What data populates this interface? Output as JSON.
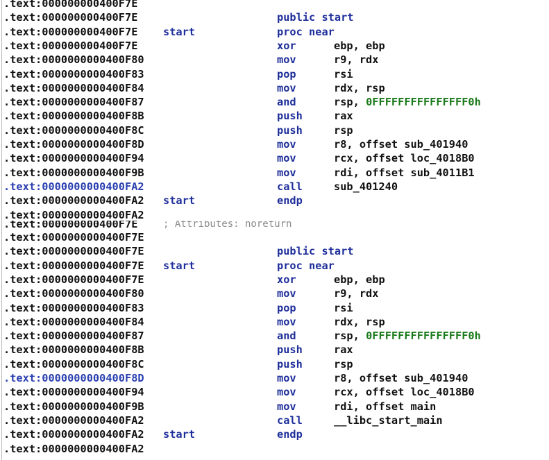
{
  "colors": {
    "background": "#ffffff",
    "address": "#111111",
    "address_highlight": "#2a3fb0",
    "keyword": "#1e2e9a",
    "number": "#1a7a1a",
    "comment": "#8a8a8a"
  },
  "pane1": {
    "lines": [
      {
        "addr": ".text:000000000400F7E",
        "label": "",
        "mnem": "",
        "ops": "",
        "num": "",
        "hl": false
      },
      {
        "addr": ".text:000000000400F7E",
        "label": "",
        "mnem": "public start",
        "ops": "",
        "num": "",
        "hl": false
      },
      {
        "addr": ".text:000000000400F7E",
        "label": "start",
        "mnem": "proc near",
        "ops": "",
        "num": "",
        "hl": false
      },
      {
        "addr": ".text:000000000400F7E",
        "label": "",
        "mnem": "xor",
        "ops": "ebp, ebp",
        "num": "",
        "hl": false
      },
      {
        "addr": ".text:0000000000400F80",
        "label": "",
        "mnem": "mov",
        "ops": "r9, rdx",
        "num": "",
        "hl": false
      },
      {
        "addr": ".text:0000000000400F83",
        "label": "",
        "mnem": "pop",
        "ops": "rsi",
        "num": "",
        "hl": false
      },
      {
        "addr": ".text:0000000000400F84",
        "label": "",
        "mnem": "mov",
        "ops": "rdx, rsp",
        "num": "",
        "hl": false
      },
      {
        "addr": ".text:0000000000400F87",
        "label": "",
        "mnem": "and",
        "ops": "rsp, ",
        "num": "0FFFFFFFFFFFFFFF0h",
        "hl": false
      },
      {
        "addr": ".text:0000000000400F8B",
        "label": "",
        "mnem": "push",
        "ops": "rax",
        "num": "",
        "hl": false
      },
      {
        "addr": ".text:0000000000400F8C",
        "label": "",
        "mnem": "push",
        "ops": "rsp",
        "num": "",
        "hl": false
      },
      {
        "addr": ".text:0000000000400F8D",
        "label": "",
        "mnem": "mov",
        "ops": "r8, offset sub_401940",
        "num": "",
        "hl": false
      },
      {
        "addr": ".text:0000000000400F94",
        "label": "",
        "mnem": "mov",
        "ops": "rcx, offset loc_4018B0",
        "num": "",
        "hl": false
      },
      {
        "addr": ".text:0000000000400F9B",
        "label": "",
        "mnem": "mov",
        "ops": "rdi, offset sub_4011B1",
        "num": "",
        "hl": false
      },
      {
        "addr": ".text:0000000000400FA2",
        "label": "",
        "mnem": "call",
        "ops": "sub_401240",
        "num": "",
        "hl": true
      },
      {
        "addr": ".text:0000000000400FA2",
        "label": "start",
        "mnem": "endp",
        "ops": "",
        "num": "",
        "hl": false
      },
      {
        "addr": ".text:0000000000400FA2",
        "label": "",
        "mnem": "",
        "ops": "",
        "num": "",
        "hl": false
      }
    ]
  },
  "pane2": {
    "top_line": {
      "addr": ".text:000000000400F7E",
      "comment": "; Attributes: noreturn"
    },
    "lines": [
      {
        "addr": ".text:0000000000400F7E",
        "label": "",
        "mnem": "",
        "ops": "",
        "num": "",
        "hl": false
      },
      {
        "addr": ".text:0000000000400F7E",
        "label": "",
        "mnem": "public start",
        "ops": "",
        "num": "",
        "hl": false
      },
      {
        "addr": ".text:0000000000400F7E",
        "label": "start",
        "mnem": "proc near",
        "ops": "",
        "num": "",
        "hl": false
      },
      {
        "addr": ".text:0000000000400F7E",
        "label": "",
        "mnem": "xor",
        "ops": "ebp, ebp",
        "num": "",
        "hl": false
      },
      {
        "addr": ".text:0000000000400F80",
        "label": "",
        "mnem": "mov",
        "ops": "r9, rdx",
        "num": "",
        "hl": false
      },
      {
        "addr": ".text:0000000000400F83",
        "label": "",
        "mnem": "pop",
        "ops": "rsi",
        "num": "",
        "hl": false
      },
      {
        "addr": ".text:0000000000400F84",
        "label": "",
        "mnem": "mov",
        "ops": "rdx, rsp",
        "num": "",
        "hl": false
      },
      {
        "addr": ".text:0000000000400F87",
        "label": "",
        "mnem": "and",
        "ops": "rsp, ",
        "num": "0FFFFFFFFFFFFFFF0h",
        "hl": false
      },
      {
        "addr": ".text:0000000000400F8B",
        "label": "",
        "mnem": "push",
        "ops": "rax",
        "num": "",
        "hl": false
      },
      {
        "addr": ".text:0000000000400F8C",
        "label": "",
        "mnem": "push",
        "ops": "rsp",
        "num": "",
        "hl": false
      },
      {
        "addr": ".text:0000000000400F8D",
        "label": "",
        "mnem": "mov",
        "ops": "r8, offset sub_401940",
        "num": "",
        "hl": true
      },
      {
        "addr": ".text:0000000000400F94",
        "label": "",
        "mnem": "mov",
        "ops": "rcx, offset loc_4018B0",
        "num": "",
        "hl": false
      },
      {
        "addr": ".text:0000000000400F9B",
        "label": "",
        "mnem": "mov",
        "ops": "rdi, offset main",
        "num": "",
        "hl": false
      },
      {
        "addr": ".text:0000000000400FA2",
        "label": "",
        "mnem": "call",
        "ops": "__libc_start_main",
        "num": "",
        "hl": false
      },
      {
        "addr": ".text:0000000000400FA2",
        "label": "start",
        "mnem": "endp",
        "ops": "",
        "num": "",
        "hl": false
      },
      {
        "addr": ".text:0000000000400FA2",
        "label": "",
        "mnem": "",
        "ops": "",
        "num": "",
        "hl": false
      }
    ]
  }
}
